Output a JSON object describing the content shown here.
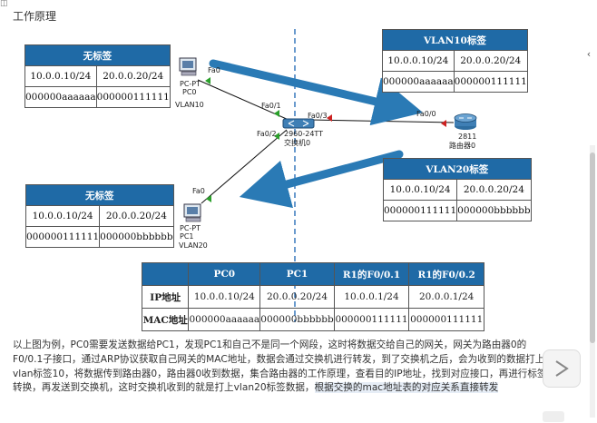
{
  "heading": "工作原理",
  "table_untagged_top": {
    "title": "无标签",
    "rows": [
      [
        "10.0.0.10/24",
        "20.0.0.20/24"
      ],
      [
        "000000aaaaaa",
        "000000111111"
      ]
    ]
  },
  "table_vlan10": {
    "title": "VLAN10标签",
    "rows": [
      [
        "10.0.0.10/24",
        "20.0.0.20/24"
      ],
      [
        "000000aaaaaa",
        "000000111111"
      ]
    ]
  },
  "table_vlan20": {
    "title": "VLAN20标签",
    "rows": [
      [
        "10.0.0.10/24",
        "20.0.0.20/24"
      ],
      [
        "000000111111",
        "000000bbbbbb"
      ]
    ]
  },
  "table_untagged_bottom": {
    "title": "无标签",
    "rows": [
      [
        "10.0.0.10/24",
        "20.0.0.20/24"
      ],
      [
        "000000111111",
        "000000bbbbbb"
      ]
    ]
  },
  "topology": {
    "pc0_type": "PC-PT",
    "pc0_name": "PC0",
    "pc0_vlan": "VLAN10",
    "pc1_type": "PC-PT",
    "pc1_name": "PC1",
    "pc1_vlan": "VLAN20",
    "switch_model": "2960-24TT",
    "switch_name": "交换机0",
    "router_model": "2811",
    "router_name": "路由器0",
    "port_pc0": "Fa0",
    "port_sw_fa01": "Fa0/1",
    "port_sw_fa03": "Fa0/3",
    "port_sw_fa02": "Fa0/2",
    "port_router": "Fa0/0",
    "port_pc1": "Fa0"
  },
  "info_table": {
    "headers": [
      "",
      "PC0",
      "PC1",
      "R1的F0/0.1",
      "R1的F0/0.2"
    ],
    "rows": [
      [
        "IP地址",
        "10.0.0.10/24",
        "20.0.0.20/24",
        "10.0.0.1/24",
        "20.0.0.1/24"
      ],
      [
        "MAC地址",
        "000000aaaaaa",
        "000000bbbbbb",
        "000000111111",
        "000000111111"
      ]
    ]
  },
  "description_main": "以上图为例，PC0需要发送数据给PC1，发现PC1和自己不是同一个网段，这时将数据交给自己的网关，网关为路由器0的F0/0.1子接口，通过ARP协议获取自己网关的MAC地址，数据会通过交换机进行转发，到了交换机之后，会为收到的数据打上vlan标签10，将数据传到路由器0，路由器0收到数据，集合路由器的工作原理，查看目的IP地址，找到对应接口，再进行标签转换，再发送到交换机，这时交换机收到的就是打上vlan20标签数据，",
  "description_highlight": "根据交换的mac地址表的对应关系直接转发",
  "colors": {
    "table_header": "#1f6aa6",
    "arrow": "#2a7ab5",
    "dashed_line": "#2a70b8",
    "link_red": "#cc2222",
    "link_green": "#2aa02a"
  }
}
